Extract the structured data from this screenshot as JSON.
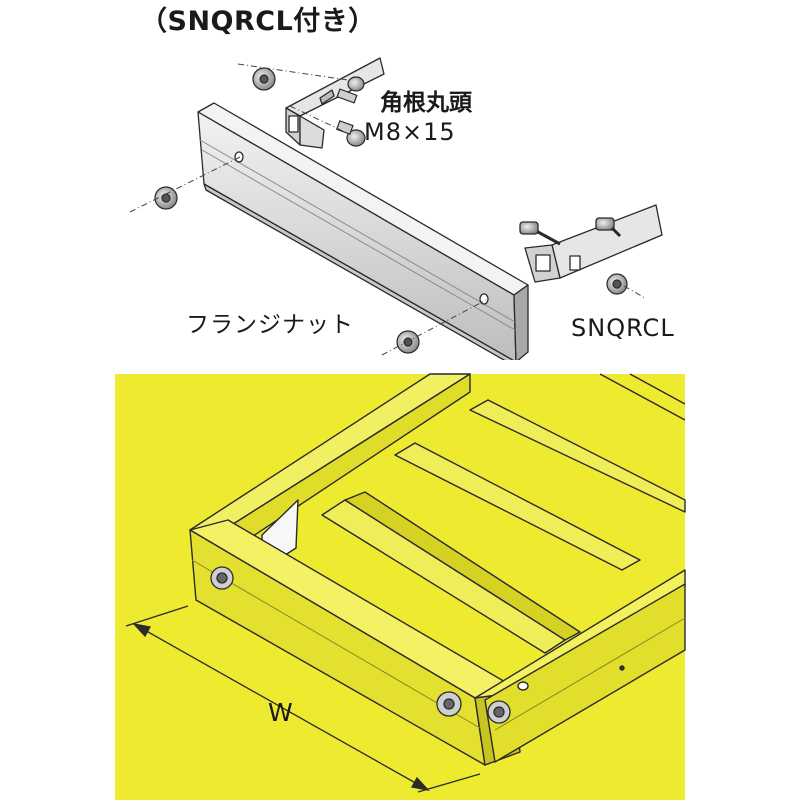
{
  "title": "（SNQRCL付き）",
  "labels": {
    "bolt_name": "角根丸頭",
    "bolt_size": "M8×15",
    "flange_nut": "フランジナット",
    "part_name": "SNQRCL",
    "width": "W"
  },
  "colors": {
    "background_panel": "#eeea30",
    "line": "#2a2a2a",
    "metal": "#d9d9d9",
    "metal_shadow": "#b5b5b5"
  }
}
